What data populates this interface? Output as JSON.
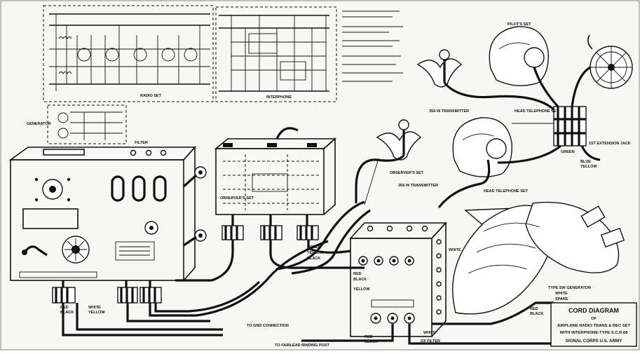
{
  "components": {
    "pilots_set": "PILOT'S SET",
    "observers_set": "OBSERVER'S SET",
    "pilot_transmitter": "356-W TRANSMITTER",
    "observer_transmitter": "356-W TRANSMITTER",
    "pilot_headset": "HEAD TELEPHONE SET",
    "observer_headset": "HEAD TELEPHONE SET",
    "extension_jack": "1ST EXTENSION JACK",
    "radio_set": "RADIO SET",
    "interphone": "INTERPHONE",
    "generator": "GENERATOR",
    "filter": "FILTER",
    "dx_filter": "DX FILTER",
    "wind_generator": "TYPE SW GENERATOR"
  },
  "wire_labels": {
    "green": "GREEN",
    "yellow": "YELLOW",
    "black": "BLACK",
    "red": "RED",
    "white": "WHITE",
    "blue": "BLUE",
    "gnd_connection": "TO GND CONNECTION",
    "fairlead": "TO FAIRLEAD BINDING POST",
    "spare": "SPARE"
  },
  "title_block": {
    "line1": "CORD DIAGRAM",
    "line2": "OF",
    "line3": "AIRPLANE RADIO TRANS & REC SET",
    "line4": "WITH INTERPHONE-TYPE S.C.R.68",
    "line5": "SIGNAL CORPS U.S. ARMY"
  }
}
